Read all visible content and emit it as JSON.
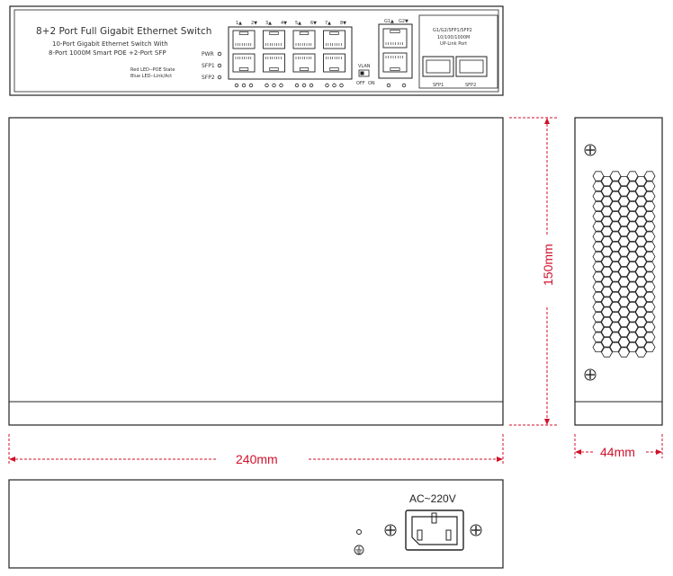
{
  "front_panel": {
    "title": "8+2 Port Full Gigabit Ethernet Switch",
    "subtitle_1": "10-Port Gigabit Ethernet Switch With",
    "subtitle_2": "8-Port 1000M Smart POE +2-Port SFP",
    "led_legend_1": "Red LED--POE State",
    "led_legend_2": "Blue LED--Link/Act",
    "led_labels": [
      "PWR",
      "SFP1",
      "SFP2"
    ],
    "port_labels": [
      "1▲",
      "2▼",
      "3▲",
      "4▼",
      "5▲",
      "6▼",
      "7▲",
      "8▼"
    ],
    "uplink_port_labels": [
      "G1▲",
      "G2▼"
    ],
    "vlan_label": "VLAN",
    "vlan_off": "OFF",
    "vlan_on": "ON",
    "uplink_title": "G1/G2/SFP1/SFP2",
    "uplink_speed": "10/100/1000M",
    "uplink_desc": "UP-Link Port",
    "sfp_labels": [
      "SFP1",
      "SFP2"
    ]
  },
  "dimensions": {
    "width": "240mm",
    "depth": "150mm",
    "height": "44mm"
  },
  "rear_panel": {
    "power_label": "AC~220V"
  },
  "colors": {
    "outline": "#222222",
    "dimension": "#d0112b"
  }
}
